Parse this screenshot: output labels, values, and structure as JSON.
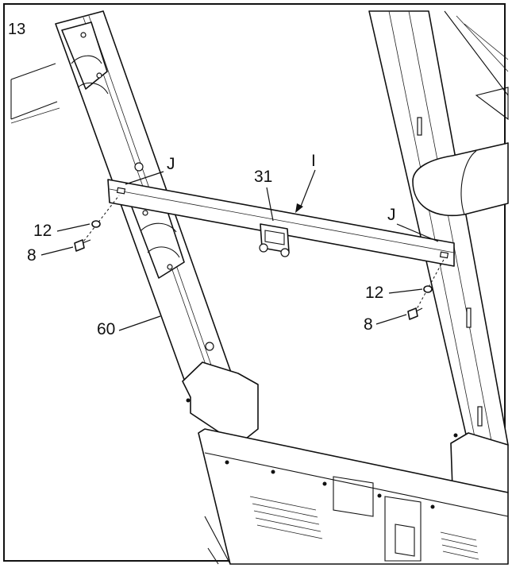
{
  "step_number": "13",
  "callouts": {
    "crossbar": "I",
    "bracket": "31",
    "left_tab": "J",
    "right_tab": "J",
    "left_washer": "12",
    "left_bolt": "8",
    "right_washer": "12",
    "right_bolt": "8",
    "upright": "60"
  }
}
